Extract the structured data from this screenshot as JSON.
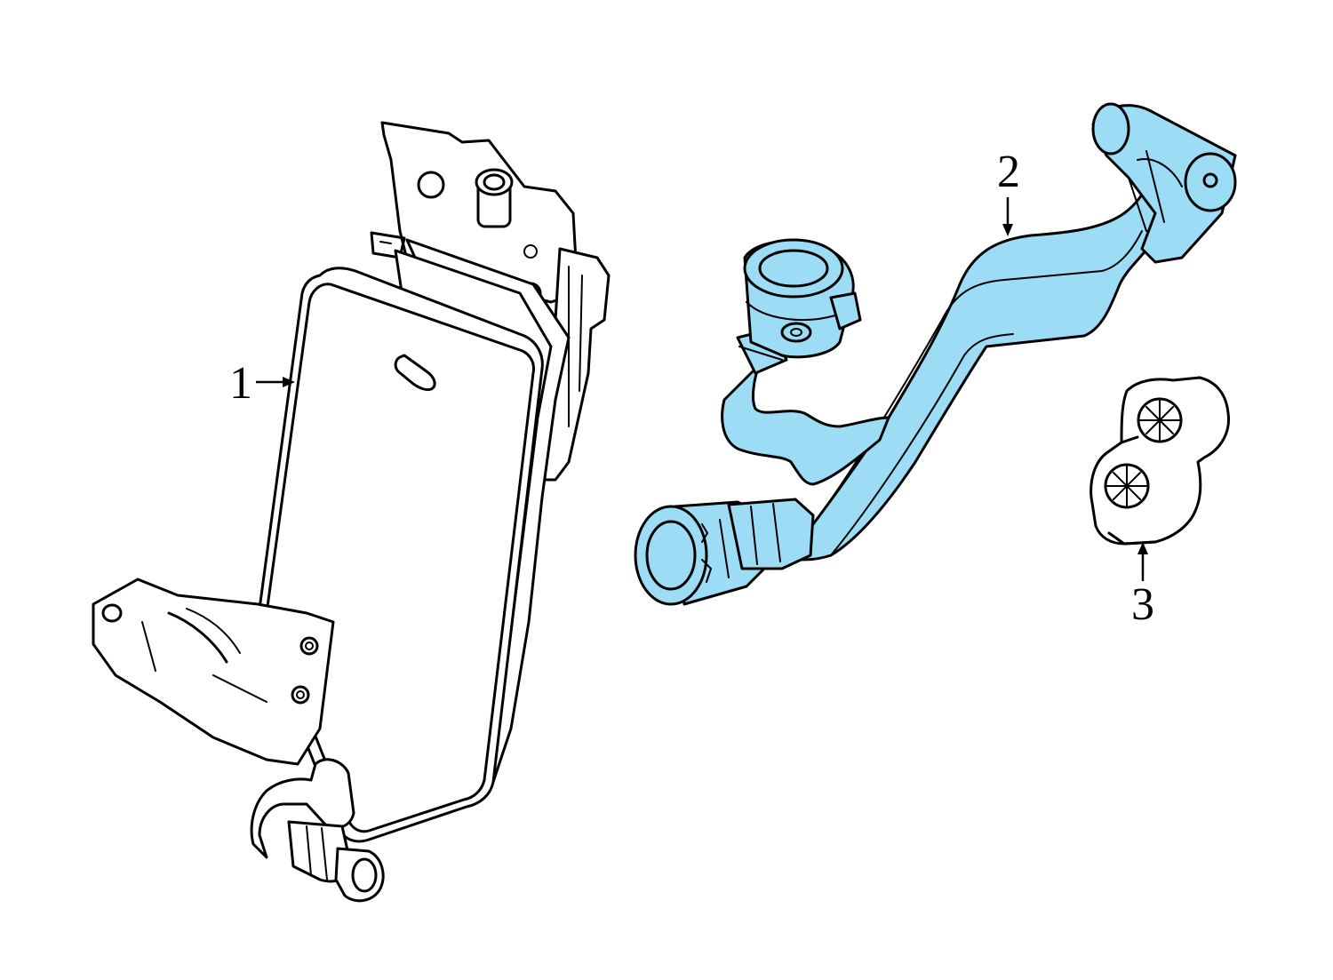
{
  "colors": {
    "background": "#ffffff",
    "line": "#000000",
    "highlight": "#9ddcf5"
  },
  "parts": [
    {
      "id": "oil-cooler",
      "callout": "1",
      "highlighted": false
    },
    {
      "id": "coolant-hose",
      "callout": "2",
      "highlighted": true
    },
    {
      "id": "hose-clamp",
      "callout": "3",
      "highlighted": false
    }
  ]
}
